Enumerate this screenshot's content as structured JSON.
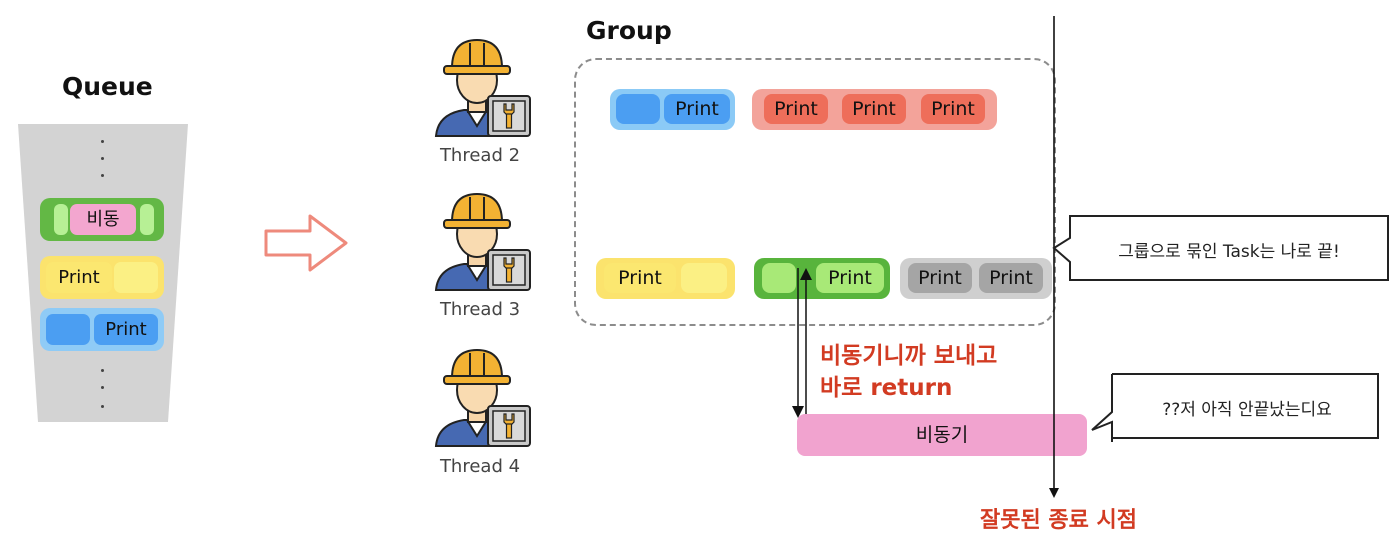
{
  "queue": {
    "title": "Queue",
    "items": [
      {
        "label": "비동"
      },
      {
        "label": "Print"
      },
      {
        "label": "Print"
      }
    ]
  },
  "threads": [
    {
      "label": "Thread 2"
    },
    {
      "label": "Thread 3"
    },
    {
      "label": "Thread 4"
    }
  ],
  "group": {
    "title": "Group"
  },
  "thread2_tasks": [
    "Print",
    "Print",
    "Print",
    "Print"
  ],
  "thread3_tasks": [
    "Print",
    "Print",
    "Print",
    "Print"
  ],
  "async_bar": {
    "label": "비동기"
  },
  "annotation": {
    "line1": "비동기니까 보내고",
    "line2": "바로 return"
  },
  "callouts": {
    "group_done": "그룹으로 묶인 Task는 나로 끝!",
    "not_done": "??저 아직 안끝났는디요"
  },
  "end_label": "잘못된 종료 시점",
  "colors": {
    "blue": "#4a9ff5",
    "red": "#ee7360",
    "yellow": "#fbe770",
    "green": "#66c043",
    "gray": "#a7a7a7",
    "pink": "#f1a3cf",
    "accent_red": "#d23b22"
  }
}
